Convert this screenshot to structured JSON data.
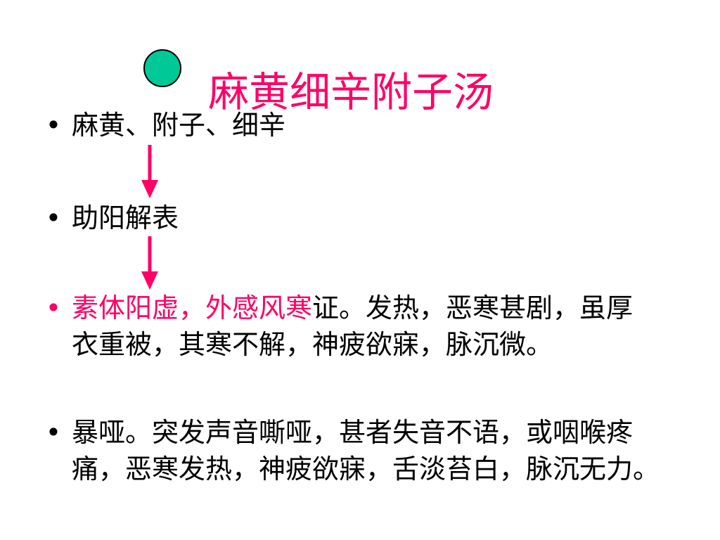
{
  "title": "麻黄细辛附子汤",
  "bullet_marker": "•",
  "bullets": [
    {
      "text": "麻黄、附子、细辛"
    },
    {
      "text": "助阳解表"
    },
    {
      "highlight": "素体阳虚，外感风寒",
      "rest": "证。发热，恶寒甚剧，虽厚衣重被，其寒不解，神疲欲寐，脉沉微。"
    },
    {
      "text": "暴哑。突发声音嘶哑，甚者失音不语，或咽喉疼痛，恶寒发热，神疲欲寐，舌淡苔白，脉沉无力。"
    }
  ],
  "colors": {
    "accent": "#ff0066",
    "circle": "#00c896",
    "text": "#000000",
    "background": "#ffffff"
  },
  "icons": [
    "circle-marker",
    "down-arrow-icon",
    "down-arrow-icon"
  ]
}
